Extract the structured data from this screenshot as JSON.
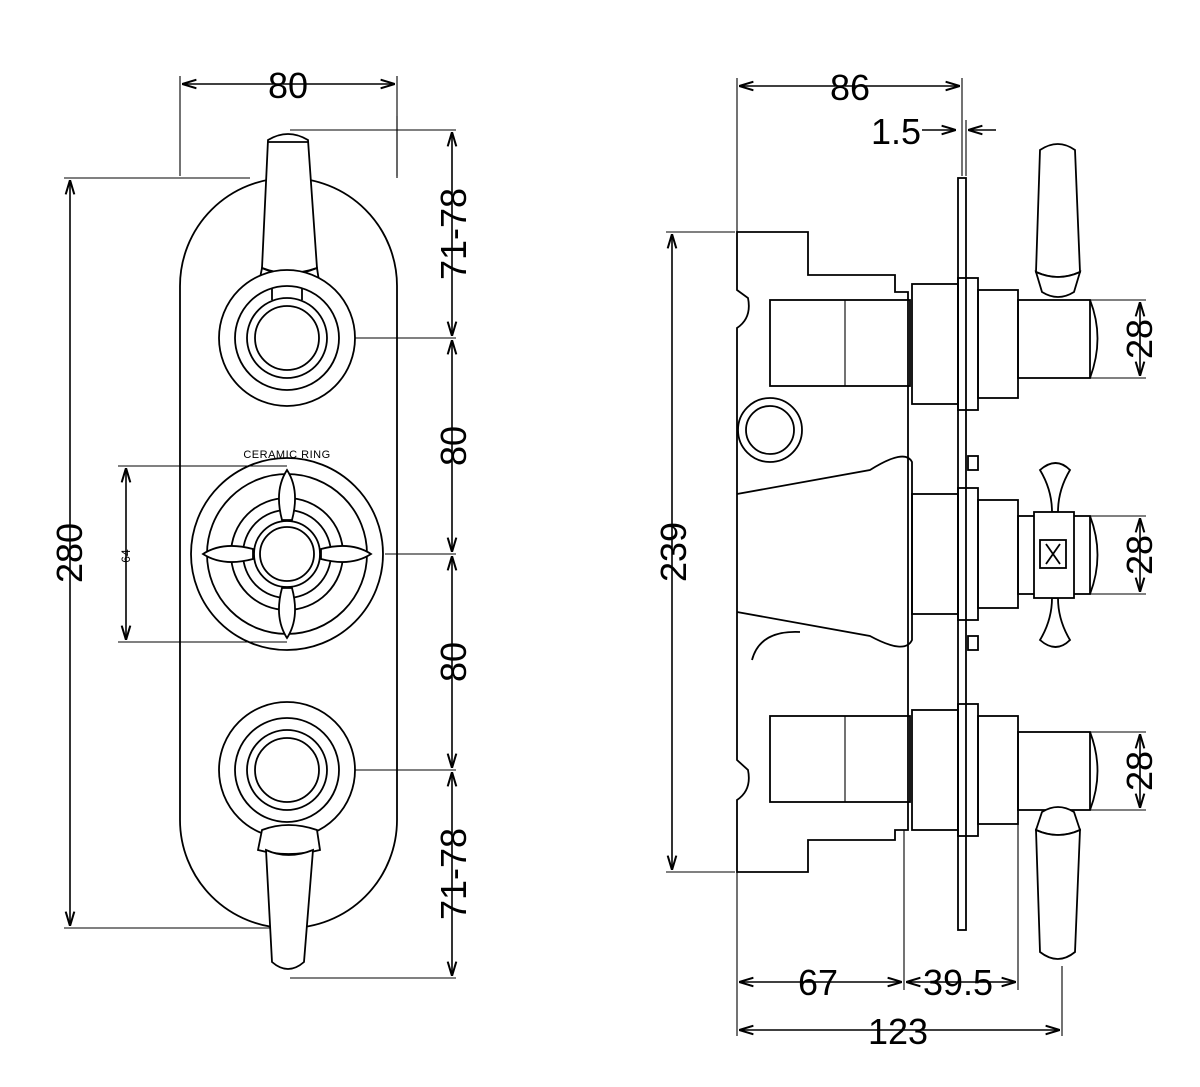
{
  "front_view": {
    "dim_width": "80",
    "dim_height": "280",
    "dim_top_spacing": "71-78",
    "dim_spacing_upper": "80",
    "dim_spacing_lower": "80",
    "dim_bottom_spacing": "71-78",
    "dim_ring_diameter": "64",
    "ceramic_ring_label": "CERAMIC RING"
  },
  "side_view": {
    "dim_depth": "86",
    "dim_plate_thickness": "1.5",
    "dim_height": "239",
    "dim_stem_top": "28",
    "dim_stem_middle": "28",
    "dim_stem_bottom": "28",
    "dim_body_depth": "67",
    "dim_projection": "39.5",
    "dim_total_depth": "123"
  }
}
